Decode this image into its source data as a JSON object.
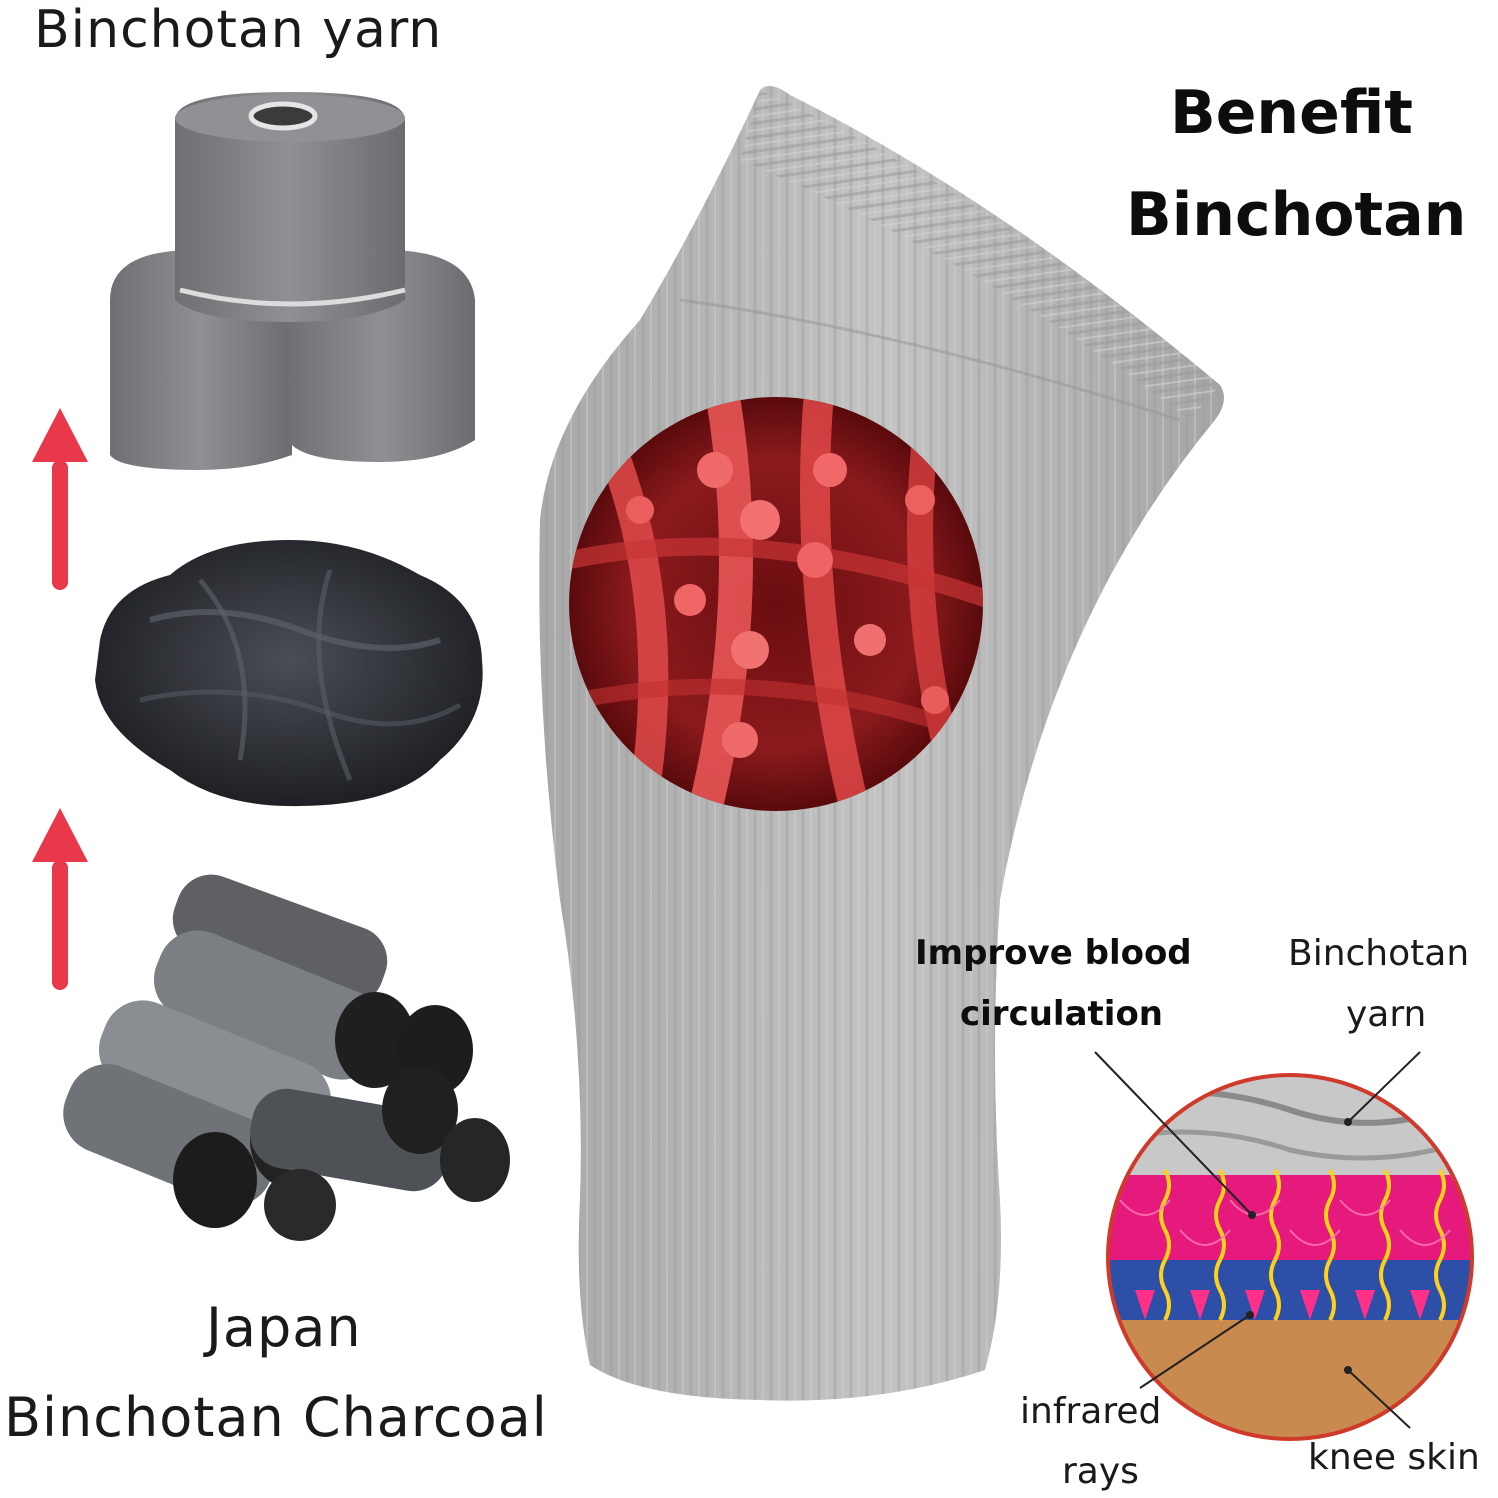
{
  "labels": {
    "yarn_title": "Binchotan yarn",
    "benefit_line1": "Benefit",
    "benefit_line2": "Binchotan",
    "japan_line1": "Japan",
    "japan_line2": "Binchotan Charcoal",
    "improve_line1": "Improve blood",
    "improve_line2": "circulation",
    "binchotan_yarn_line1": "Binchotan",
    "binchotan_yarn_line2": "yarn",
    "infrared_line1": "infrared",
    "infrared_line2": "rays",
    "knee_skin": "knee skin"
  },
  "colors": {
    "arrow": "#e8384a",
    "sleeve": "#b9b9b9",
    "blood": "#b3262b",
    "charcoal": "#2a2a2a",
    "yarn_spool": "#7d7f82",
    "diagram_pink": "#e6197c",
    "diagram_blue": "#2d4fa8",
    "diagram_skin": "#c98a4f",
    "diagram_border": "#d03a2a"
  },
  "icons": [
    "up-arrow-icon",
    "up-arrow-icon"
  ]
}
